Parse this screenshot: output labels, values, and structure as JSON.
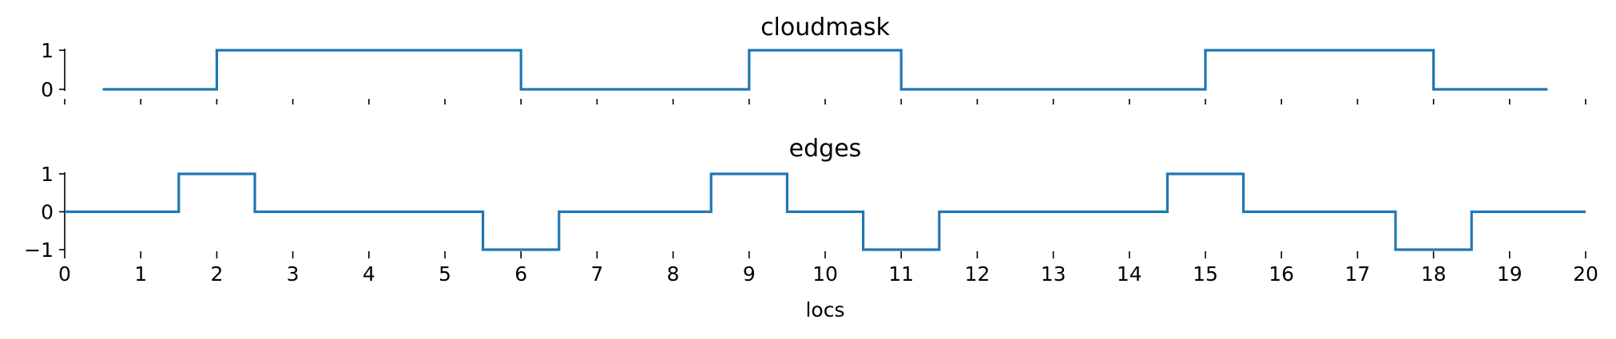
{
  "chart_data": [
    {
      "type": "line",
      "step": "post",
      "title": "cloudmask",
      "xlabel": "",
      "ylabel": "",
      "xlim": [
        0,
        20
      ],
      "ylim": [
        0,
        1
      ],
      "yticks": [
        0,
        1
      ],
      "ytick_labels": [
        "0",
        "1"
      ],
      "xticks": [
        0,
        1,
        2,
        3,
        4,
        5,
        6,
        7,
        8,
        9,
        10,
        11,
        12,
        13,
        14,
        15,
        16,
        17,
        18,
        19,
        20
      ],
      "xtick_labels_visible": false,
      "grid": false,
      "series": [
        {
          "color": "#1f77b4",
          "x": [
            0.5,
            2,
            6,
            9,
            11,
            15,
            18,
            19.5
          ],
          "y": [
            0,
            1,
            0,
            1,
            0,
            1,
            0,
            0
          ]
        }
      ]
    },
    {
      "type": "line",
      "step": "post",
      "title": "edges",
      "xlabel": "locs",
      "ylabel": "",
      "xlim": [
        0,
        20
      ],
      "ylim": [
        -1,
        1
      ],
      "yticks": [
        -1,
        0,
        1
      ],
      "ytick_labels": [
        "−1",
        "0",
        "1"
      ],
      "xticks": [
        0,
        1,
        2,
        3,
        4,
        5,
        6,
        7,
        8,
        9,
        10,
        11,
        12,
        13,
        14,
        15,
        16,
        17,
        18,
        19,
        20
      ],
      "xtick_labels": [
        "0",
        "1",
        "2",
        "3",
        "4",
        "5",
        "6",
        "7",
        "8",
        "9",
        "10",
        "11",
        "12",
        "13",
        "14",
        "15",
        "16",
        "17",
        "18",
        "19",
        "20"
      ],
      "xtick_labels_visible": true,
      "grid": false,
      "series": [
        {
          "color": "#1f77b4",
          "x": [
            0,
            1.5,
            2.5,
            5.5,
            6.5,
            8.5,
            9.5,
            10.5,
            11.5,
            14.5,
            15.5,
            17.5,
            18.5,
            20
          ],
          "y": [
            0,
            1,
            0,
            -1,
            0,
            1,
            0,
            -1,
            0,
            1,
            0,
            -1,
            0,
            0
          ]
        }
      ]
    }
  ]
}
